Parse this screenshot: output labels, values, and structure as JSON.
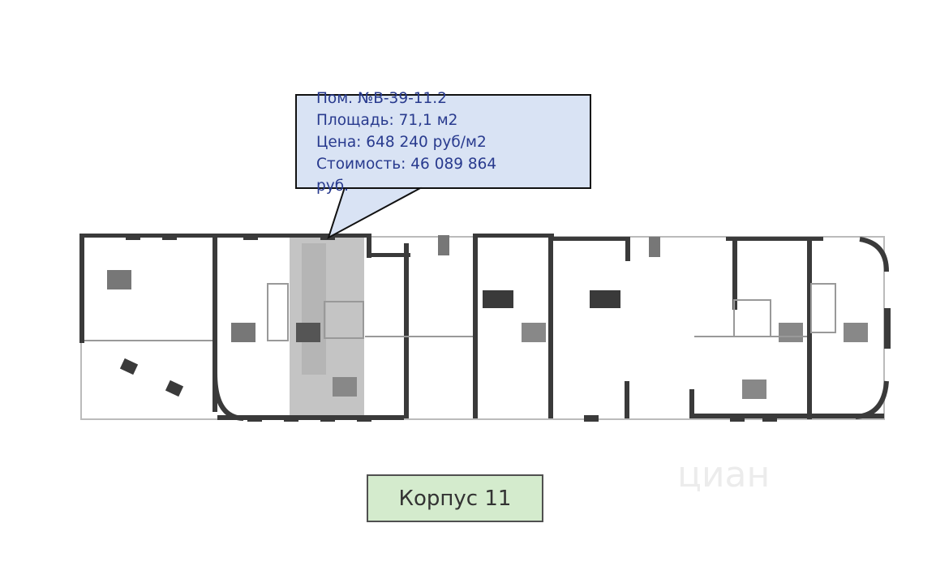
{
  "tooltip": {
    "unit": "Пом. №В-39-11.2",
    "area": "Площадь: 71,1 м2",
    "price": "Цена: 648 240 руб/м2",
    "cost": "Стоимость: 46 089 864",
    "cost_suffix": "руб."
  },
  "building_label": "Корпус 11",
  "watermark": "циан",
  "colors": {
    "tooltip_bg": "#d6e1f3",
    "tooltip_text": "#283a8e",
    "label_bg": "#d4ebcd",
    "highlight": "#c4c4c4"
  }
}
